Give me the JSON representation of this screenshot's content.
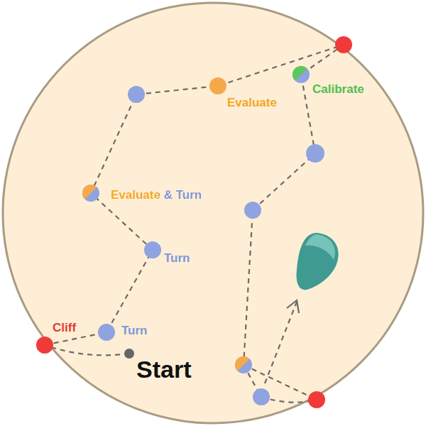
{
  "diagram": {
    "labels": [
      "Cliff",
      "Turn",
      "Turn",
      "Evaluate & Turn",
      "Evaluate",
      "Calibrate",
      "Start"
    ]
  }
}
